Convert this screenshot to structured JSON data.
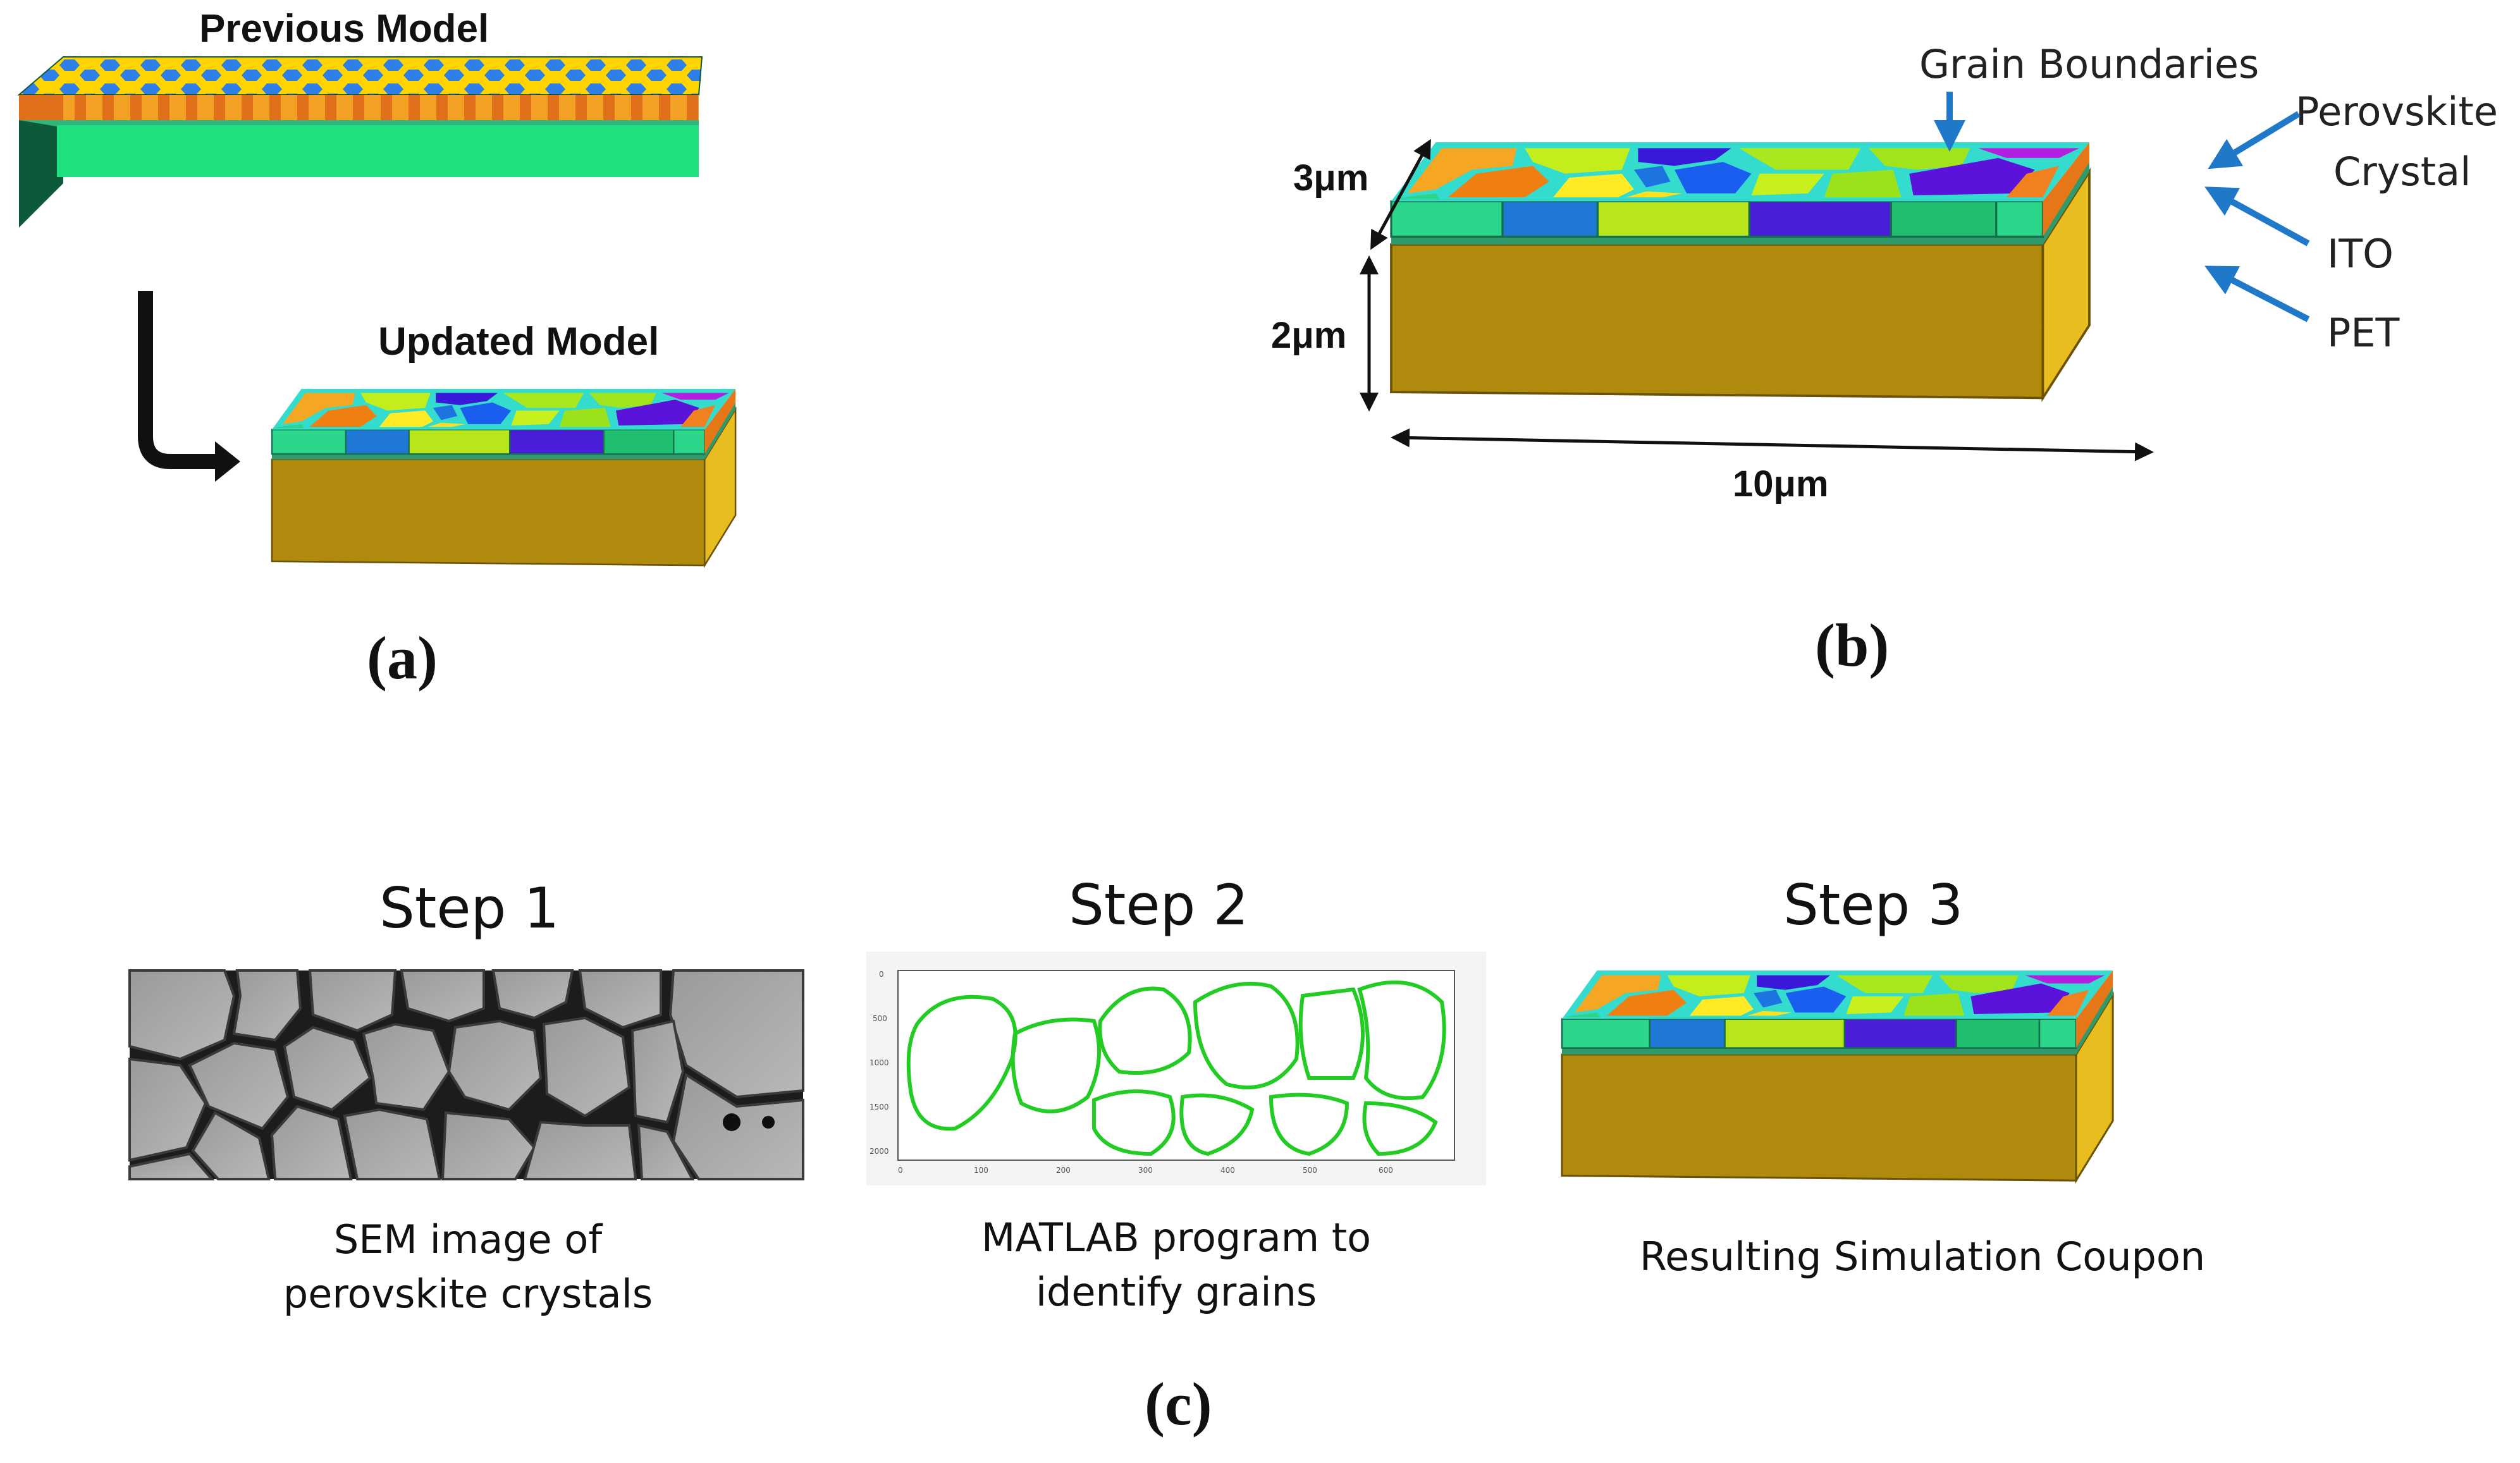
{
  "panel_a": {
    "previous_title": "Previous Model",
    "updated_title": "Updated Model",
    "label": "(a)"
  },
  "panel_b": {
    "callouts": {
      "grain_boundaries": "Grain Boundaries",
      "perovskite_crystal_line1": "Perovskite",
      "perovskite_crystal_line2": "Crystal",
      "ito": "ITO",
      "pet": "PET"
    },
    "dimensions": {
      "depth": "3μm",
      "height": "2μm",
      "length": "10μm"
    },
    "label": "(b)"
  },
  "panel_c": {
    "steps": [
      {
        "title": "Step 1",
        "caption_line1": "SEM image of",
        "caption_line2": "perovskite crystals"
      },
      {
        "title": "Step 2",
        "caption_line1": "MATLAB program to",
        "caption_line2": "identify grains"
      },
      {
        "title": "Step 3",
        "caption_line1": "Resulting Simulation Coupon",
        "caption_line2": ""
      }
    ],
    "label": "(c)"
  },
  "colors": {
    "arrow_blue": "#1f78c8",
    "substrate": "#b8860b",
    "boundary": "#33dccc",
    "grain_green": "#28d987",
    "matlab_green": "#22cc22"
  }
}
